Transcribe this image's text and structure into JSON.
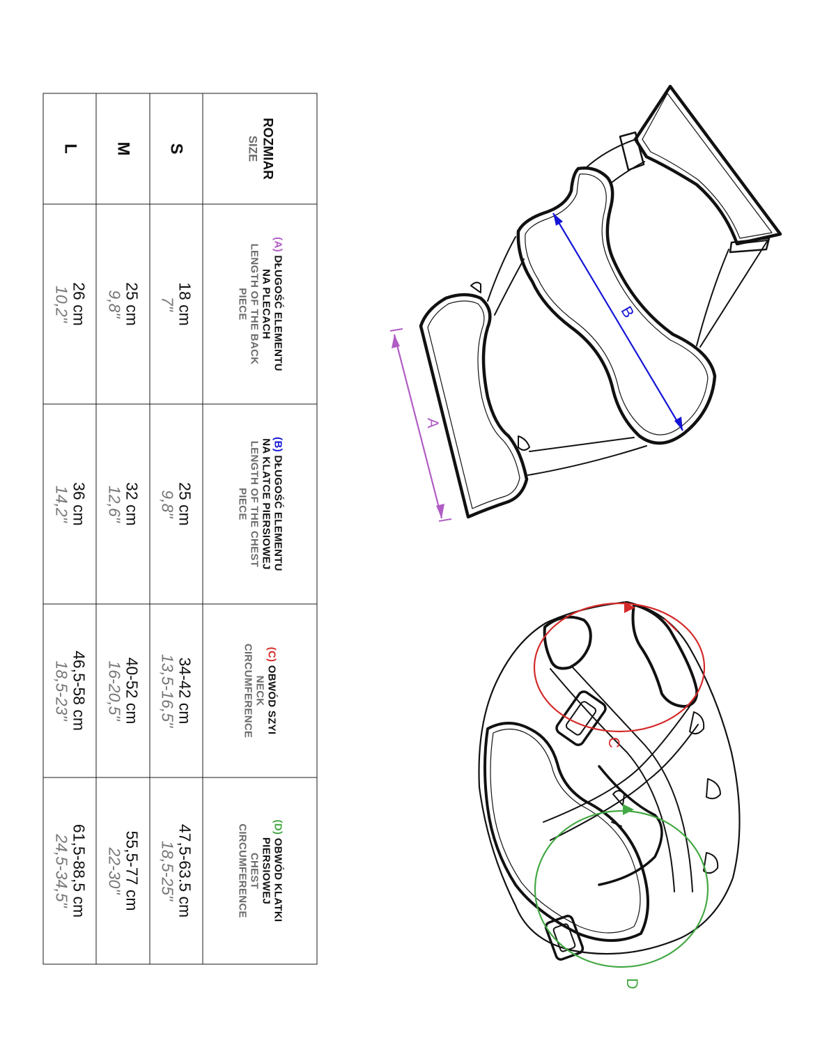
{
  "colors": {
    "A": "#b05cc4",
    "B": "#1414d6",
    "C": "#d42a2a",
    "D": "#43a843"
  },
  "table": {
    "size_header": {
      "pl": "ROZMIAR",
      "en": "SIZE"
    },
    "columns": [
      {
        "letter": "(A)",
        "pl": [
          "DŁUGOŚĆ ELEMENTU",
          "NA PLECACH"
        ],
        "en": [
          "LENGTH OF THE BACK",
          "PIECE"
        ]
      },
      {
        "letter": "(B)",
        "pl": [
          "DŁUGOŚĆ ELEMENTU",
          "NA KLATCE PIERSIOWEJ"
        ],
        "en": [
          "LENGTH OF THE CHEST",
          "PIECE"
        ]
      },
      {
        "letter": "(C)",
        "pl": [
          "OBWÓD SZYI"
        ],
        "en": [
          "NECK",
          "CIRCUMFERENCE"
        ]
      },
      {
        "letter": "(D)",
        "pl": [
          "OBWÓD KLATKI",
          "PIERSIOWEJ"
        ],
        "en": [
          "CHEST",
          "CIRCUMFERENCE"
        ]
      }
    ],
    "rows": [
      {
        "size": "S",
        "values": [
          {
            "cm": "18 cm",
            "in": "7\""
          },
          {
            "cm": "25 cm",
            "in": "9,8\""
          },
          {
            "cm": "34-42 cm",
            "in": "13,5-16,5\""
          },
          {
            "cm": "47,5-63.5 cm",
            "in": "18,5-25\""
          }
        ]
      },
      {
        "size": "M",
        "values": [
          {
            "cm": "25 cm",
            "in": "9,8\""
          },
          {
            "cm": "32 cm",
            "in": "12,6\""
          },
          {
            "cm": "40-52 cm",
            "in": "16-20,5\""
          },
          {
            "cm": "55,5-77 cm",
            "in": "22-30\""
          }
        ]
      },
      {
        "size": "L",
        "values": [
          {
            "cm": "26 cm",
            "in": "10,2\""
          },
          {
            "cm": "36 cm",
            "in": "14,2\""
          },
          {
            "cm": "46,5-58 cm",
            "in": "18,5-23\""
          },
          {
            "cm": "61,5-88,5 cm",
            "in": "24,5-34,5\""
          }
        ]
      }
    ]
  },
  "diagram": {
    "label_a": "A",
    "label_b": "B",
    "label_c": "C",
    "label_d": "D"
  }
}
